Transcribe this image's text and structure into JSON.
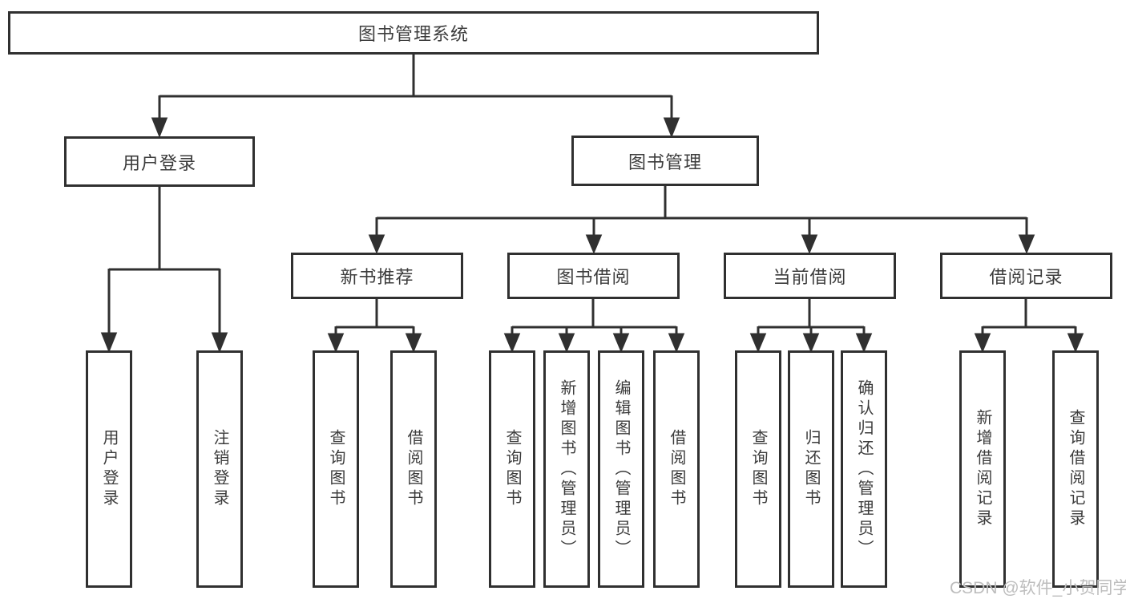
{
  "diagram": {
    "type": "hierarchy",
    "colors": {
      "line": "#303030",
      "text": "#3c3c3c",
      "background": "#ffffff",
      "watermark": "#bdbdbd"
    },
    "tree": {
      "root": "图书管理系统",
      "login": {
        "label": "用户登录",
        "children": [
          "用户登录",
          "注销登录"
        ]
      },
      "manage": {
        "label": "图书管理",
        "groups": [
          {
            "label": "新书推荐",
            "children": [
              "查询图书",
              "借阅图书"
            ]
          },
          {
            "label": "图书借阅",
            "children": [
              "查询图书",
              "新增图书（管理员）",
              "编辑图书（管理员）",
              "借阅图书"
            ]
          },
          {
            "label": "当前借阅",
            "children": [
              "查询图书",
              "归还图书",
              "确认归还（管理员）"
            ]
          },
          {
            "label": "借阅记录",
            "children": [
              "新增借阅记录",
              "查询借阅记录"
            ]
          }
        ]
      }
    },
    "watermark": "CSDN @软件_小贺同学"
  }
}
